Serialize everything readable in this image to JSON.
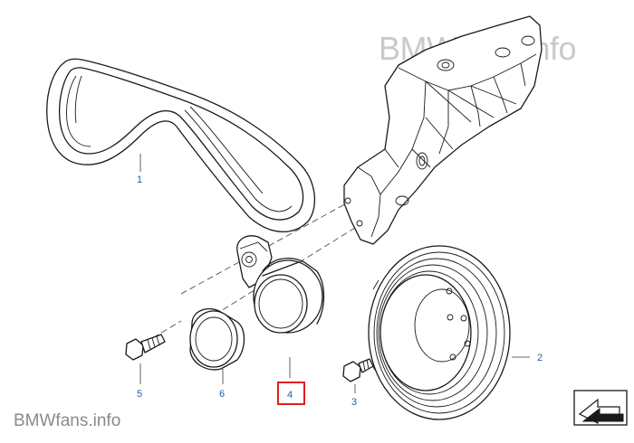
{
  "watermark": {
    "top": "BMWfans.info",
    "bottom": "BMWfans.info"
  },
  "parts": [
    {
      "number": "1",
      "name": "drive-belt"
    },
    {
      "number": "2",
      "name": "belt-pulley"
    },
    {
      "number": "3",
      "name": "bolt"
    },
    {
      "number": "4",
      "name": "belt-tensioner"
    },
    {
      "number": "5",
      "name": "bolt"
    },
    {
      "number": "6",
      "name": "guide-pulley"
    }
  ],
  "highlight": {
    "part_number": "4",
    "color": "#e0201b"
  },
  "colors": {
    "label": "#1f5fa6",
    "linework": "#1a1a1a"
  },
  "icons": {
    "nav_arrow": "arrow-icon"
  }
}
